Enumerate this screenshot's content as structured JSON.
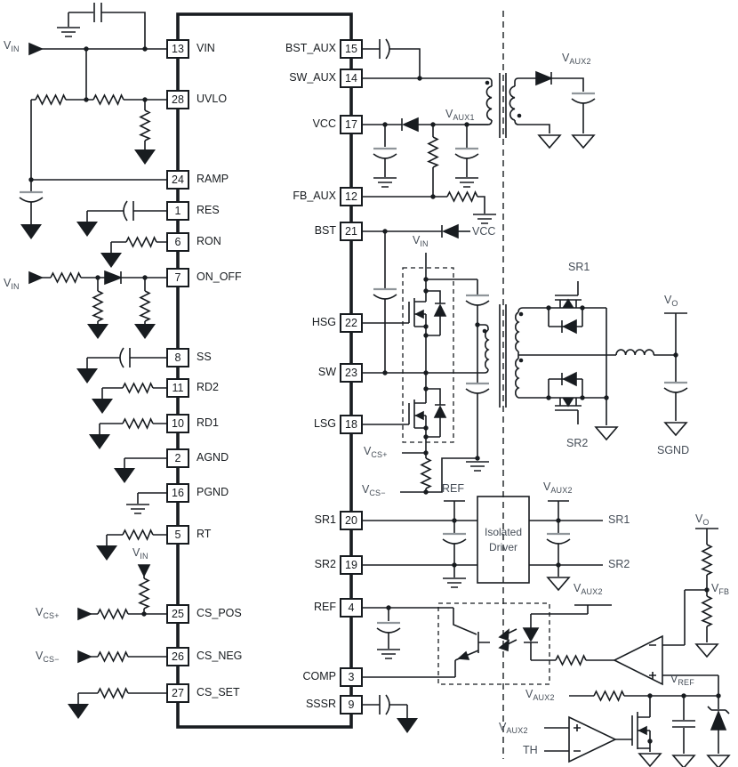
{
  "diagram": {
    "ic_pins_left": [
      {
        "num": "13",
        "label": "VIN"
      },
      {
        "num": "28",
        "label": "UVLO"
      },
      {
        "num": "24",
        "label": "RAMP"
      },
      {
        "num": "1",
        "label": "RES"
      },
      {
        "num": "6",
        "label": "RON"
      },
      {
        "num": "7",
        "label": "ON_OFF"
      },
      {
        "num": "8",
        "label": "SS"
      },
      {
        "num": "11",
        "label": "RD2"
      },
      {
        "num": "10",
        "label": "RD1"
      },
      {
        "num": "2",
        "label": "AGND"
      },
      {
        "num": "16",
        "label": "PGND"
      },
      {
        "num": "5",
        "label": "RT"
      },
      {
        "num": "25",
        "label": "CS_POS"
      },
      {
        "num": "26",
        "label": "CS_NEG"
      },
      {
        "num": "27",
        "label": "CS_SET"
      }
    ],
    "ic_pins_right": [
      {
        "num": "15",
        "label": "BST_AUX"
      },
      {
        "num": "14",
        "label": "SW_AUX"
      },
      {
        "num": "17",
        "label": "VCC"
      },
      {
        "num": "12",
        "label": "FB_AUX"
      },
      {
        "num": "21",
        "label": "BST"
      },
      {
        "num": "22",
        "label": "HSG"
      },
      {
        "num": "23",
        "label": "SW"
      },
      {
        "num": "18",
        "label": "LSG"
      },
      {
        "num": "20",
        "label": "SR1"
      },
      {
        "num": "19",
        "label": "SR2"
      },
      {
        "num": "4",
        "label": "REF"
      },
      {
        "num": "3",
        "label": "COMP"
      },
      {
        "num": "9",
        "label": "SSSR"
      }
    ],
    "blocks": {
      "isolated_driver": {
        "line1": "Isolated",
        "line2": "Driver"
      }
    },
    "nets": {
      "vin": {
        "base": "V",
        "sub": "IN"
      },
      "vaux1": {
        "base": "V",
        "sub": "AUX1"
      },
      "vaux2": {
        "base": "V",
        "sub": "AUX2"
      },
      "vo": {
        "base": "V",
        "sub": "O"
      },
      "vfb": {
        "base": "V",
        "sub": "FB"
      },
      "vref": {
        "base": "V",
        "sub": "REF"
      },
      "vcs_pos": {
        "base": "V",
        "sub": "CS+"
      },
      "vcs_neg": {
        "base": "V",
        "sub": "CS−"
      },
      "vcc": {
        "base": "VCC",
        "sub": ""
      },
      "sr1": {
        "base": "SR1",
        "sub": ""
      },
      "sr2": {
        "base": "SR2",
        "sub": ""
      },
      "ref": {
        "base": "REF",
        "sub": ""
      },
      "th": {
        "base": "TH",
        "sub": ""
      },
      "sgnd": {
        "base": "SGND",
        "sub": ""
      }
    }
  }
}
